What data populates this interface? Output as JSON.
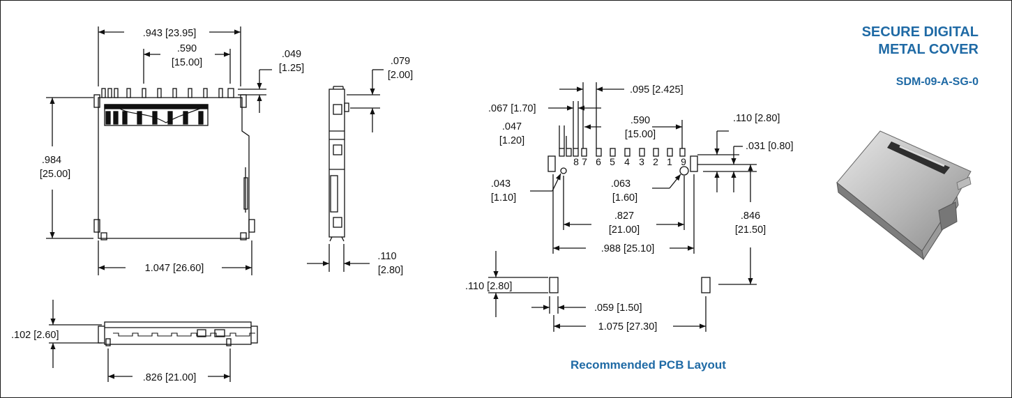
{
  "header": {
    "title_line1": "SECURE DIGITAL",
    "title_line2": "METAL COVER",
    "part_number": "SDM-09-A-SG-0"
  },
  "pcb_caption": "Recommended PCB Layout",
  "colors": {
    "accent": "#1f6aa5",
    "line": "#111111"
  },
  "top_view": {
    "width_overall": ".943 [23.95]",
    "pin_span_1": ".590",
    "pin_span_2": "[15.00]",
    "pin_offset_1": ".049",
    "pin_offset_2": "[1.25]",
    "height_1": ".984",
    "height_2": "[25.00]",
    "body_width": "1.047 [26.60]"
  },
  "side_view": {
    "tab_1": ".079",
    "tab_2": "[2.00]",
    "thick_1": ".110",
    "thick_2": "[2.80]"
  },
  "front_view": {
    "height": ".102 [2.60]",
    "peg_span": ".826 [21.00]"
  },
  "pcb": {
    "pad_pitch": ".095 [2.425]",
    "pad_width": ".067 [1.70]",
    "pad_gap_1": ".047",
    "pad_gap_2": "[1.20]",
    "pin_span_1": ".590",
    "pin_span_2": "[15.00]",
    "cd_pad_1": ".110 [2.80]",
    "cd_offset": ".031 [0.80]",
    "hole_small_1": ".043",
    "hole_small_2": "[1.10]",
    "hole_large_1": ".063",
    "hole_large_2": "[1.60]",
    "hole_span_1": ".827",
    "hole_span_2": "[21.00]",
    "pads_span": ".988 [25.10]",
    "depth_1": ".846",
    "depth_2": "[21.50]",
    "rear_pad": ".110 [2.80]",
    "rear_pad_w": ".059 [1.50]",
    "rear_span": "1.075 [27.30]",
    "pin_numbers": [
      "8",
      "7",
      "6",
      "5",
      "4",
      "3",
      "2",
      "1",
      "9"
    ]
  }
}
